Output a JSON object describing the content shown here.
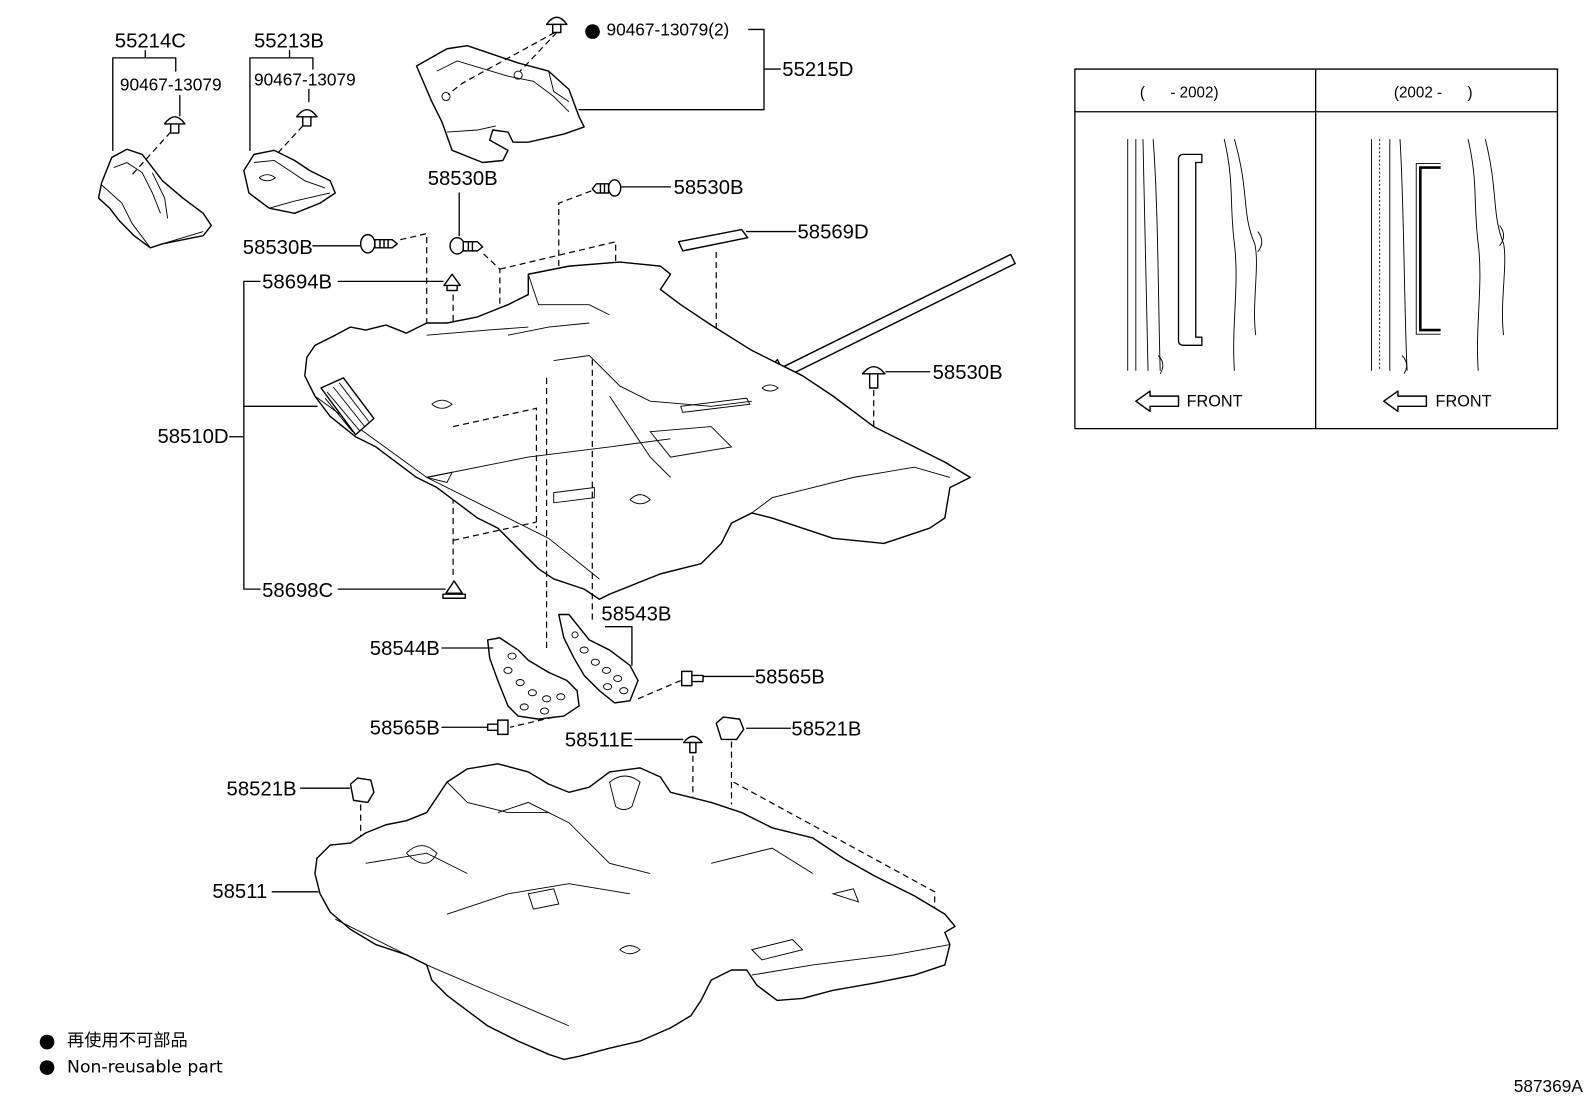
{
  "diagram": {
    "callouts": {
      "c55214C": "55214C",
      "c55214C_clip": "90467-13079",
      "c55213B": "55213B",
      "c55213B_clip": "90467-13079",
      "c55215D_clip": "90467-13079(2)",
      "c55215D": "55215D",
      "c58530B_upper": "58530B",
      "c58530B_right": "58530B",
      "c58530B_left": "58530B",
      "c58530B_side": "58530B",
      "c58569D": "58569D",
      "c58694B": "58694B",
      "c58510D": "58510D",
      "c58698C": "58698C",
      "c58543B": "58543B",
      "c58544B": "58544B",
      "c58565B_right": "58565B",
      "c58565B_left": "58565B",
      "c58511E": "58511E",
      "c58521B_right": "58521B",
      "c58521B_left": "58521B",
      "c58511": "58511"
    },
    "code": "587369A"
  },
  "inset": {
    "left_header": "(      - 2002)",
    "right_header": "(2002 -      )",
    "left_front": "FRONT",
    "right_front": "FRONT"
  },
  "legend": {
    "mark": "●",
    "ja": "再使用不可部品",
    "en": "Non-reusable part"
  }
}
